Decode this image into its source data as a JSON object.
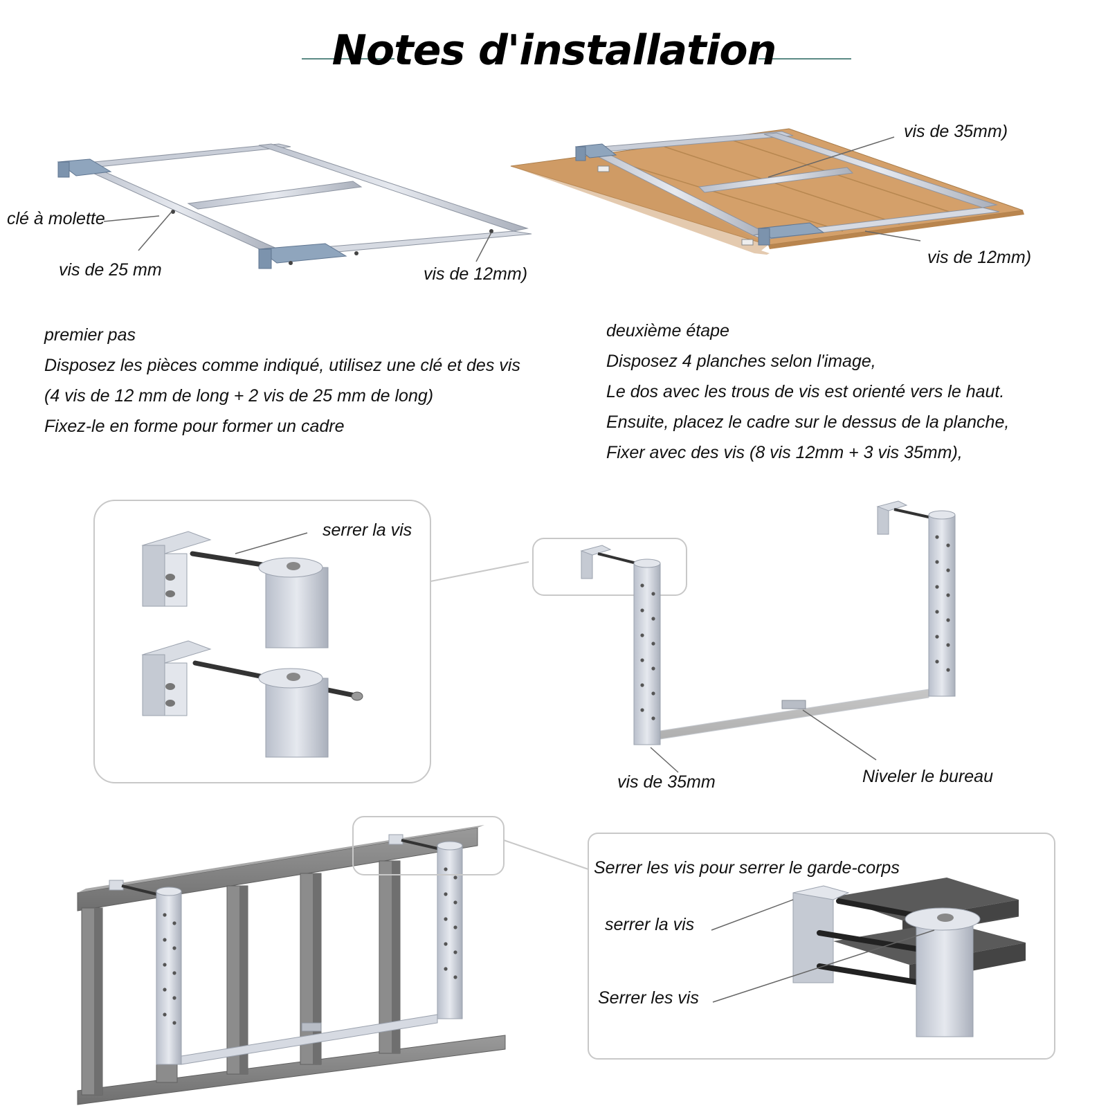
{
  "title": "Notes d'installation",
  "step1": {
    "heading": "premier pas",
    "lines": [
      "Disposez les pièces comme indiqué, utilisez une clé et des vis",
      "(4 vis de 12 mm de long + 2 vis de 25 mm de long)",
      "Fixez-le en forme pour former un cadre"
    ],
    "labels": {
      "wrench": "clé à molette",
      "screw25": "vis de 25 mm",
      "screw12": "vis de 12mm)"
    }
  },
  "step2": {
    "heading": "deuxième étape",
    "lines": [
      "Disposez 4 planches selon l'image,",
      "Le dos avec les trous de vis est orienté vers le haut.",
      "Ensuite, placez le cadre sur le dessus de la planche,",
      "Fixer avec des vis (8 vis 12mm + 3 vis 35mm),"
    ],
    "labels": {
      "screw35": "vis de 35mm)",
      "screw12": "vis de 12mm)"
    }
  },
  "step3": {
    "labels": {
      "tighten": "serrer la vis",
      "screw35": "vis de 35mm",
      "level": "Niveler le bureau"
    }
  },
  "step4": {
    "labels": {
      "clamp": "Serrer les vis pour serrer le garde-corps",
      "tighten_top": "serrer la vis",
      "tighten_bottom": "Serrer les vis"
    }
  },
  "colors": {
    "rule": "#5b8a84",
    "metal": "#d4d8e0",
    "bracket": "#8fa5bd",
    "wood": "#d4a06a",
    "railing": "#8a8a8a",
    "frame_box": "#c8c8c8"
  }
}
